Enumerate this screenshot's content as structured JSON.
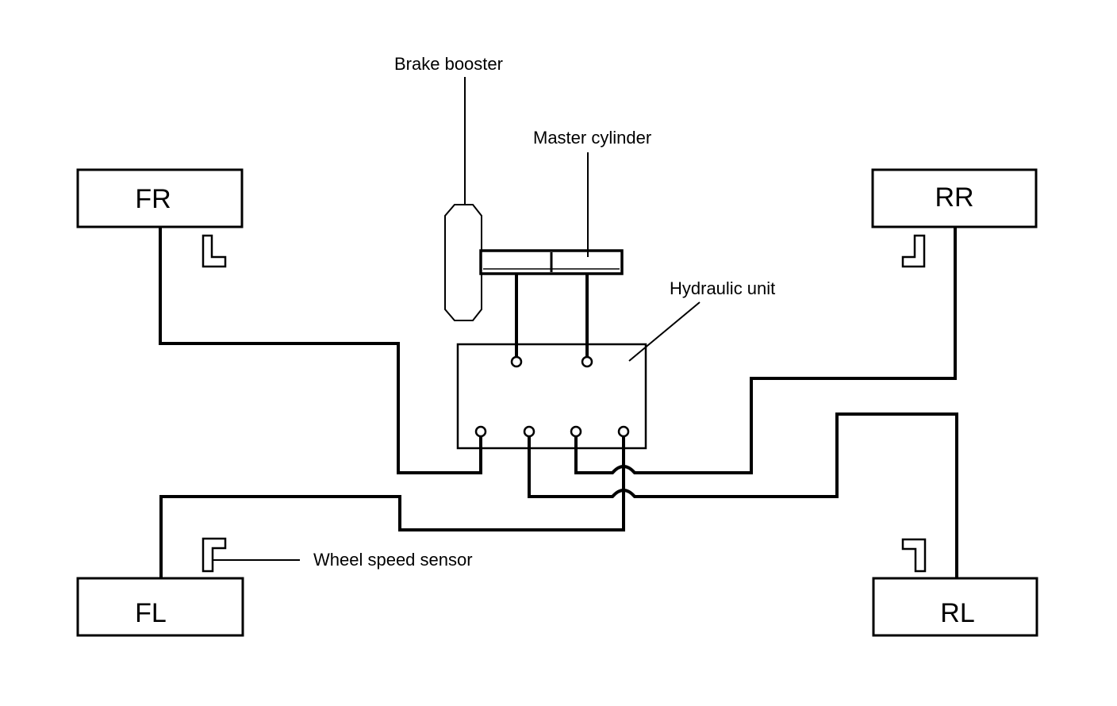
{
  "labels": {
    "brake_booster": "Brake booster",
    "master_cylinder": "Master cylinder",
    "hydraulic_unit": "Hydraulic unit",
    "wheel_speed_sensor": "Wheel speed sensor"
  },
  "wheels": {
    "fr": "FR",
    "rr": "RR",
    "fl": "FL",
    "rl": "RL"
  }
}
